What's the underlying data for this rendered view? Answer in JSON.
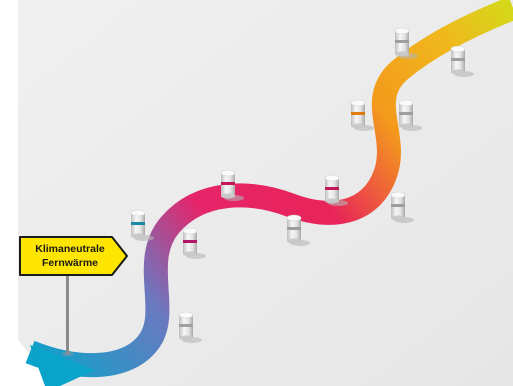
{
  "sign": {
    "line1": "Klimaneutrale",
    "line2": "Fernwärme"
  },
  "colors": {
    "background": "#ededed",
    "road_start": "#0aa3c9",
    "road_mid_blue": "#6a79c0",
    "road_pink": "#e6246a",
    "road_orange": "#f39a1c",
    "road_end": "#d4d81a",
    "sign_fill": "#ffe600",
    "sign_border": "#1a1a1a"
  },
  "bollards": [
    {
      "name": "bollard-teal",
      "band_color": "#1a8aa0"
    },
    {
      "name": "bollard-magenta-1",
      "band_color": "#b0176a"
    },
    {
      "name": "bollard-crimson",
      "band_color": "#c2185b"
    },
    {
      "name": "bollard-grey-1",
      "band_color": "#9e9e9e"
    },
    {
      "name": "bollard-rose",
      "band_color": "#c2185b"
    },
    {
      "name": "bollard-grey-2",
      "band_color": "#9e9e9e"
    },
    {
      "name": "bollard-grey-3",
      "band_color": "#9e9e9e"
    },
    {
      "name": "bollard-orange",
      "band_color": "#e07b12"
    },
    {
      "name": "bollard-grey-4",
      "band_color": "#9e9e9e"
    },
    {
      "name": "bollard-grey-5",
      "band_color": "#9e9e9e"
    },
    {
      "name": "bollard-grey-6",
      "band_color": "#9e9e9e"
    }
  ]
}
